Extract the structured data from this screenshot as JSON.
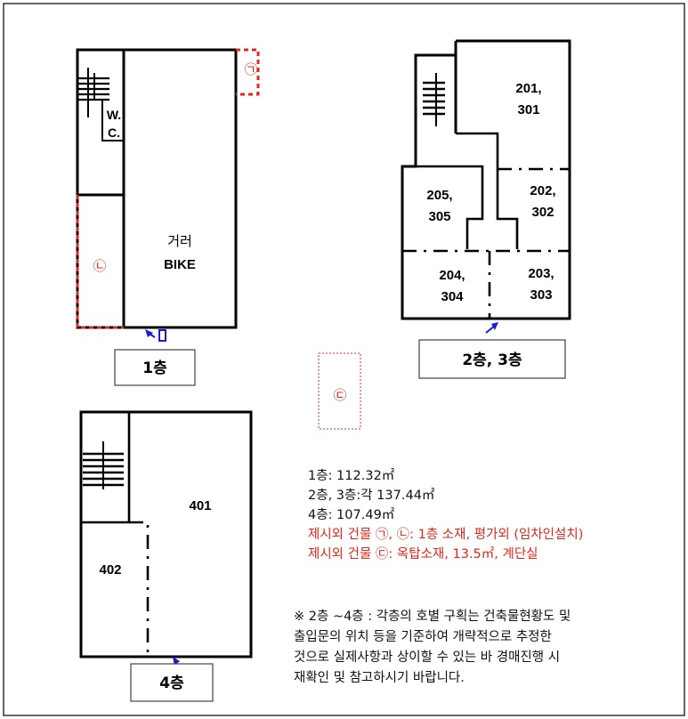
{
  "floor1": {
    "shop_label": "거러",
    "shop_name": "BIKE",
    "wc_line1": "W.",
    "wc_line2": "C.",
    "marker_a": "㉠",
    "marker_b": "㉡",
    "floor_label": "1층"
  },
  "floor23": {
    "units": [
      {
        "line1": "201,",
        "line2": "301"
      },
      {
        "line1": "202,",
        "line2": "302"
      },
      {
        "line1": "205,",
        "line2": "305"
      },
      {
        "line1": "204,",
        "line2": "304"
      },
      {
        "line1": "203,",
        "line2": "303"
      }
    ],
    "floor_label": "2층, 3층"
  },
  "rooftop": {
    "marker_c": "㉢"
  },
  "floor4": {
    "units": [
      "401",
      "402"
    ],
    "floor_label": "4층"
  },
  "notes": {
    "area1": "1층: 112.32㎡",
    "area23": "2층, 3층:각 137.44㎡",
    "area4": "4층: 107.49㎡",
    "extra1": "제시외 건물 ㉠, ㉡: 1층 소재, 평가외 (임차인설치)",
    "extra2": "제시외 건물 ㉢: 옥탑소재, 13.5㎡, 계단실"
  },
  "remark": {
    "line1": "※  2층 ~4층 : 각층의 호별 구획는 건축물현황도 및",
    "line2": "출입문의 위치 등을 기준하여 개략적으로 추정한",
    "line3": "것으로 실제사항과 상이할 수 있는 바 경매진행 시",
    "line4": "재확인 및 참고하시기 바랍니다."
  },
  "colors": {
    "wall": "#000000",
    "annex": "#e2281e",
    "entrance": "#1a1ad6"
  }
}
